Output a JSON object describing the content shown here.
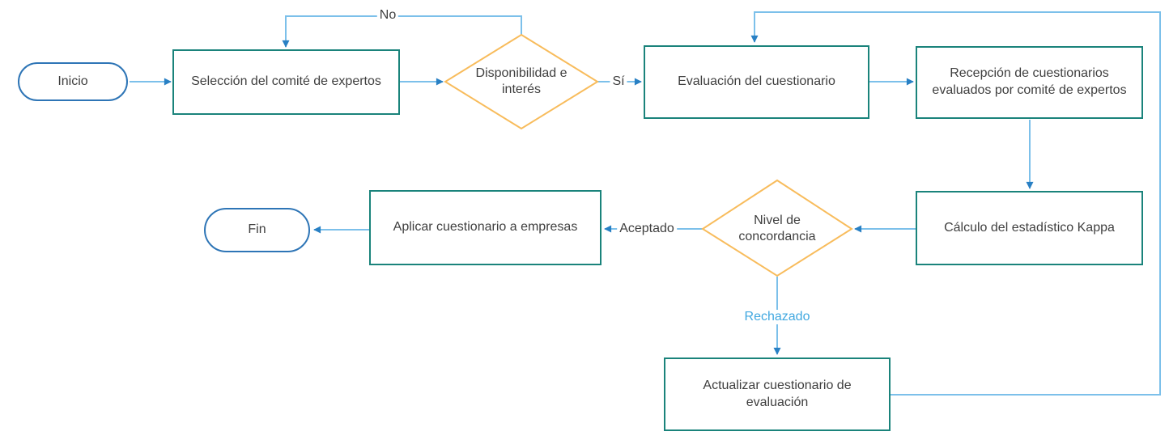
{
  "diagram": {
    "nodes": {
      "inicio": {
        "label": "Inicio",
        "type": "terminator"
      },
      "seleccion": {
        "label": "Selección del comité de expertos",
        "type": "process"
      },
      "disponibilidad": {
        "label": "Disponibilidad e interés",
        "type": "decision"
      },
      "evaluacion": {
        "label": "Evaluación del cuestionario",
        "type": "process"
      },
      "recepcion": {
        "label": "Recepción de cuestionarios evaluados por comité de expertos",
        "type": "process"
      },
      "calculo": {
        "label": "Cálculo del estadístico Kappa",
        "type": "process"
      },
      "nivel": {
        "label": "Nivel de concordancia",
        "type": "decision"
      },
      "aplicar": {
        "label": "Aplicar cuestionario a empresas",
        "type": "process"
      },
      "fin": {
        "label": "Fin",
        "type": "terminator"
      },
      "actualizar": {
        "label": "Actualizar cuestionario de evaluación",
        "type": "process"
      }
    },
    "edge_labels": {
      "no": "No",
      "si": "Sí",
      "aceptado": "Aceptado",
      "rechazado": "Rechazado"
    },
    "colors": {
      "process_border": "#1a837b",
      "decision_border": "#f8bc5c",
      "terminator_border": "#2e75b6",
      "connector": "#7cc0ea",
      "arrowhead": "#2980c4",
      "text": "#3f3f3f",
      "rechazado_text": "#41a8e0"
    }
  }
}
